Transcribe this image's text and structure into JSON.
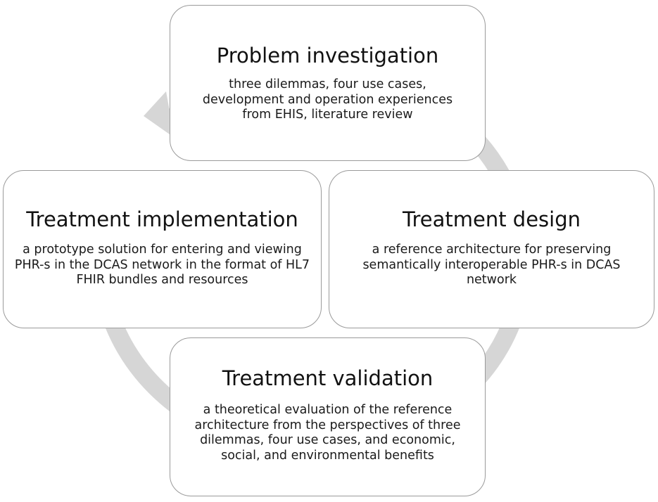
{
  "diagram": {
    "stages": [
      {
        "id": "problem",
        "title": "Problem investigation",
        "description": "three dilemmas, four use cases, development and operation experiences from EHIS, literature review"
      },
      {
        "id": "design",
        "title": "Treatment design",
        "description": "a reference architecture for preserving semantically interoperable PHR-s in DCAS network"
      },
      {
        "id": "validation",
        "title": "Treatment validation",
        "description": "a theoretical evaluation of the reference architecture from the perspectives of three dilemmas, four use cases, and economic, social, and environmental benefits"
      },
      {
        "id": "implementation",
        "title": "Treatment implementation",
        "description": "a prototype solution for entering and viewing PHR-s in the DCAS network in the format of HL7 FHIR bundles and resources"
      }
    ],
    "cycle_direction": "clockwise",
    "colors": {
      "cycle_arrow": "#d6d6d6",
      "box_border": "#9a9a9a",
      "box_fill": "#ffffff",
      "text": "#1a1a1a"
    }
  }
}
